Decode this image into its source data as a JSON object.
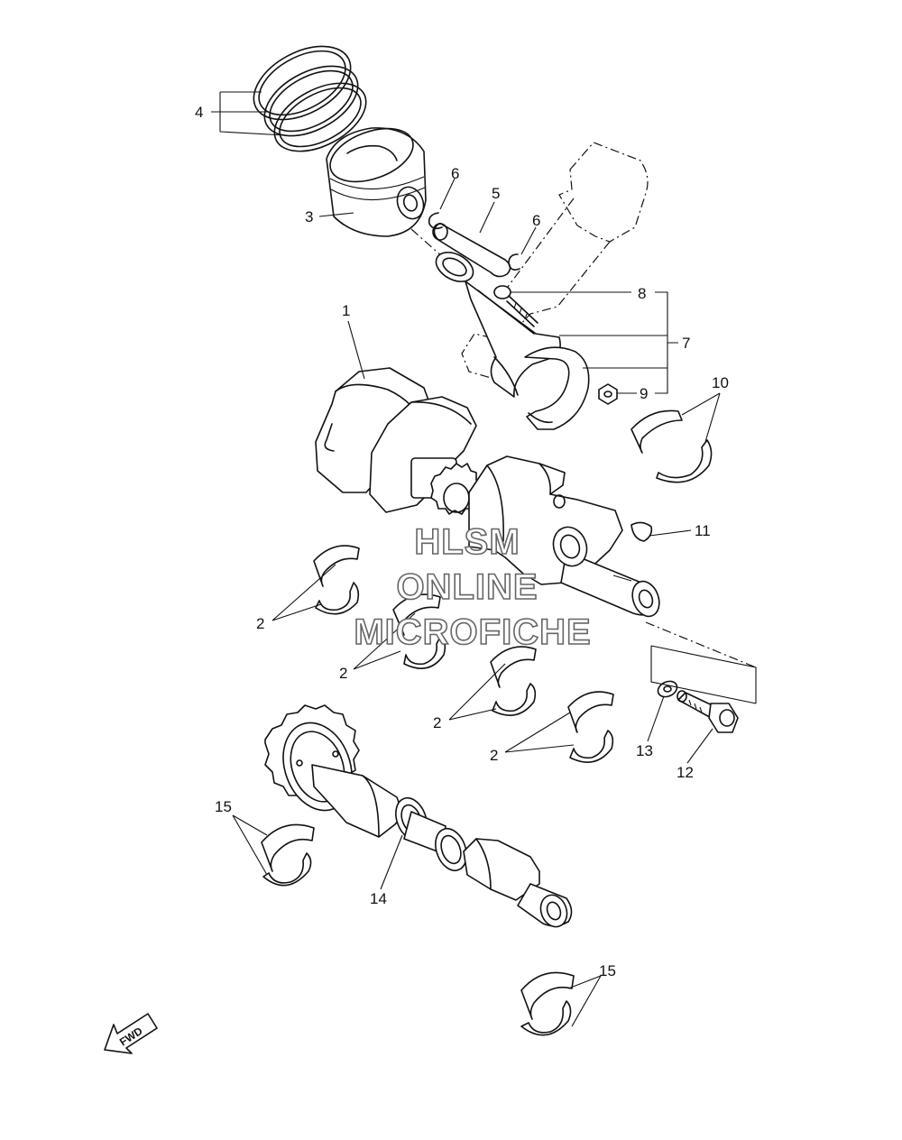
{
  "watermark": [
    "HLSM",
    "ONLINE",
    "MICROFICHE"
  ],
  "fwd_label": "FWD",
  "callouts": {
    "c1": "1",
    "c2a": "2",
    "c2b": "2",
    "c2c": "2",
    "c2d": "2",
    "c3": "3",
    "c4": "4",
    "c5": "5",
    "c6a": "6",
    "c6b": "6",
    "c7": "7",
    "c8": "8",
    "c9": "9",
    "c10": "10",
    "c11": "11",
    "c12": "12",
    "c13": "13",
    "c14": "14",
    "c15a": "15",
    "c15b": "15"
  }
}
